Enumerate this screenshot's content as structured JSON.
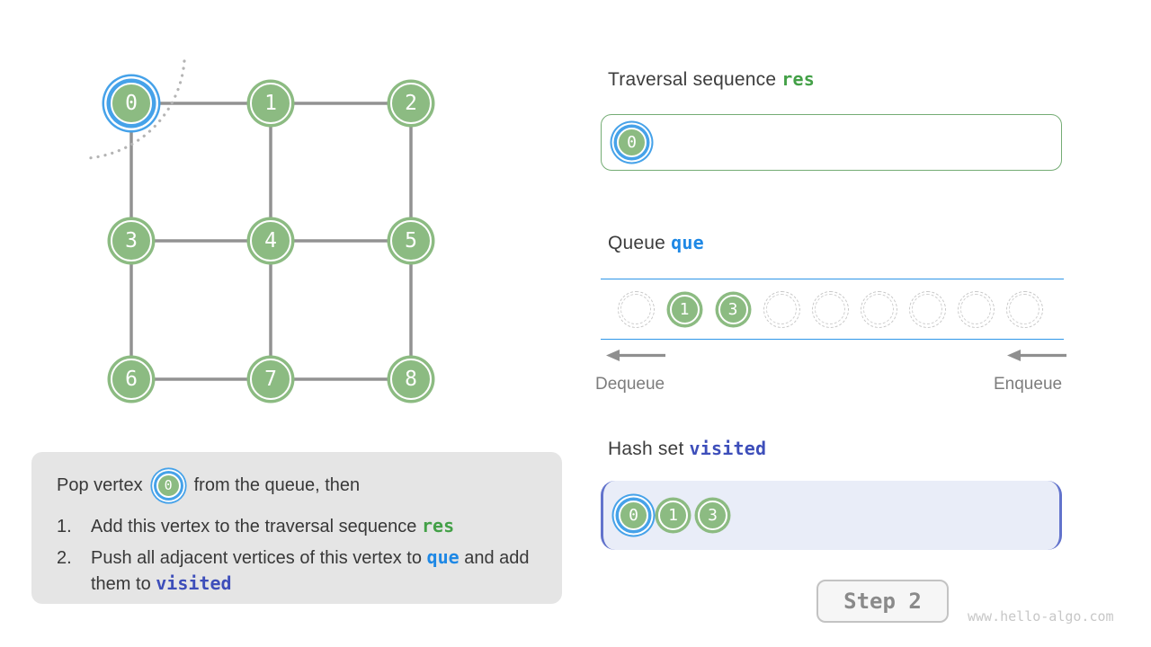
{
  "graph": {
    "vertices": [
      "0",
      "1",
      "2",
      "3",
      "4",
      "5",
      "6",
      "7",
      "8"
    ],
    "highlighted_vertex": "0",
    "edges": [
      "0-1",
      "1-2",
      "3-4",
      "4-5",
      "6-7",
      "7-8",
      "0-3",
      "3-6",
      "1-4",
      "4-7",
      "2-5",
      "5-8"
    ]
  },
  "sections": {
    "res": {
      "title": "Traversal sequence",
      "code": "res",
      "items": [
        "0"
      ]
    },
    "queue": {
      "title": "Queue",
      "code": "que",
      "slots": [
        "",
        "1",
        "3",
        "",
        "",
        "",
        "",
        "",
        ""
      ],
      "dequeue_label": "Dequeue",
      "enqueue_label": "Enqueue"
    },
    "visited": {
      "title": "Hash set",
      "code": "visited",
      "items": [
        "0",
        "1",
        "3"
      ]
    }
  },
  "explanation": {
    "intro_before": "Pop vertex",
    "intro_vertex": "0",
    "intro_after": "from the queue, then",
    "item1_num": "1.",
    "item1_text": "Add this vertex to the traversal sequence",
    "item1_code": "res",
    "item2_num": "2.",
    "item2_text": "Push all adjacent vertices of this vertex to",
    "item2_code": "que",
    "item2_text2": "and add them to",
    "item2_code2": "visited"
  },
  "footer": {
    "step_label": "Step 2",
    "watermark": "www.hello-algo.com"
  },
  "colors": {
    "vertex_green": "#8cbb82",
    "highlight_blue": "#46a2e9",
    "code_green": "#43a047",
    "code_blue": "#1e88e5",
    "code_indigo": "#3d4eba",
    "queue_line_blue": "#2e96e8",
    "visited_box_bg": "#e9edf8",
    "visited_box_border": "#6273cc",
    "explain_box_bg": "#e5e5e5"
  }
}
